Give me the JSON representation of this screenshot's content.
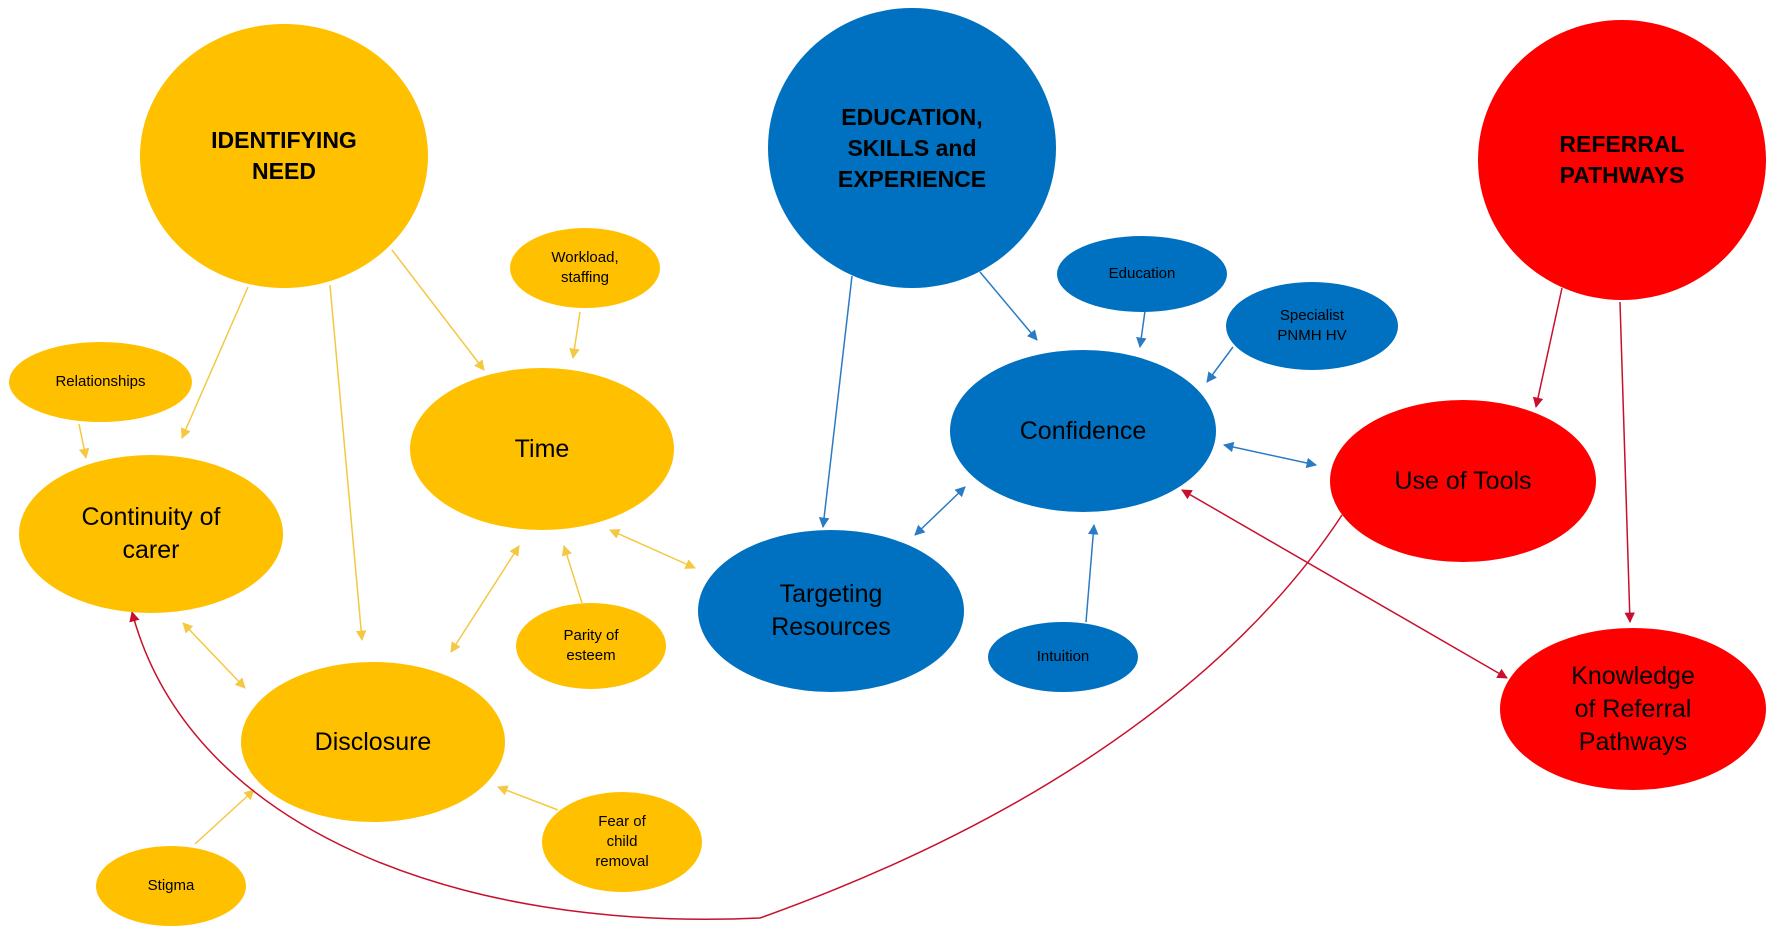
{
  "colors": {
    "yellow": "#ffc000",
    "blue": "#0070c0",
    "red": "#ff0000",
    "yellow_link": "#f5c842",
    "blue_link": "#2a7bc4",
    "red_link": "#c8102e"
  },
  "nodes": {
    "identifying_need": "IDENTIFYING\nNEED",
    "education_skills": "EDUCATION,\nSKILLS and\nEXPERIENCE",
    "referral_pathways": "REFERRAL\nPATHWAYS",
    "workload": "Workload,\nstaffing",
    "relationships": "Relationships",
    "time": "Time",
    "continuity": "Continuity of\ncarer",
    "disclosure": "Disclosure",
    "parity": "Parity of\nesteem",
    "stigma": "Stigma",
    "fear": "Fear of\nchild\nremoval",
    "education": "Education",
    "specialist": "Specialist\nPNMH HV",
    "confidence": "Confidence",
    "targeting": "Targeting\nResources",
    "intuition": "Intuition",
    "use_of_tools": "Use of Tools",
    "knowledge": "Knowledge\nof Referral\nPathways"
  }
}
